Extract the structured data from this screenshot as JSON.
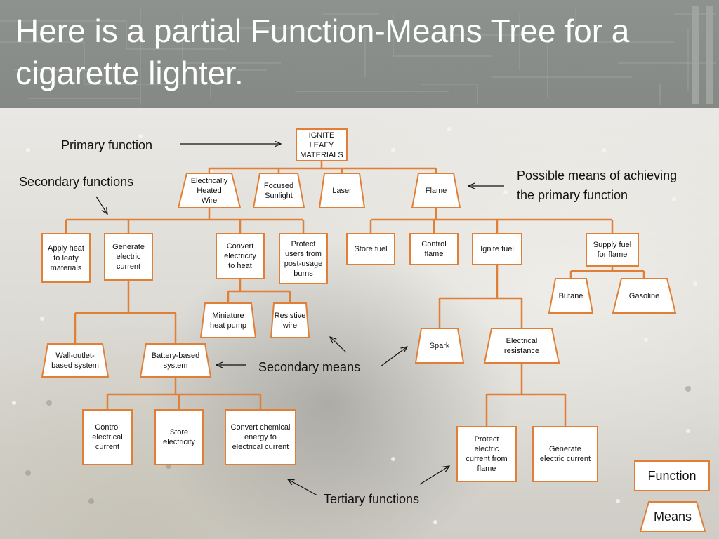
{
  "slide": {
    "title": "Here is a partial Function-Means Tree for a cigarette lighter."
  },
  "colors": {
    "accent": "#e07f35",
    "header": "#8a8e8a",
    "box_fill": "#ffffff",
    "text": "#111111"
  },
  "nodes": {
    "ignite": "IGNITE\nLEAFY\nMATERIALS",
    "electrically_heated_wire": "Electrically\nHeated\nWire",
    "focused_sunlight": "Focused\nSunlight",
    "laser": "Laser",
    "flame": "Flame",
    "apply_heat": "Apply heat\nto leafy\nmaterials",
    "generate_electric_current": "Generate\nelectric\ncurrent",
    "convert_electricity": "Convert\nelectricity\nto heat",
    "protect_users": "Protect\nusers from\npost-usage\nburns",
    "store_fuel": "Store fuel",
    "control_flame": "Control\nflame",
    "ignite_fuel": "Ignite fuel",
    "supply_fuel": "Supply fuel\nfor flame",
    "miniature_heat_pump": "Miniature\nheat pump",
    "resistive_wire": "Resistive\nwire",
    "butane": "Butane",
    "gasoline": "Gasoline",
    "spark": "Spark",
    "electrical_resistance": "Electrical\nresistance",
    "wall_outlet": "Wall-outlet-\nbased system",
    "battery_based": "Battery-based\nsystem",
    "control_electrical_current": "Control\nelectrical\ncurrent",
    "store_electricity": "Store\nelectricity",
    "convert_chemical": "Convert chemical\nenergy to\nelectrical current",
    "protect_current": "Protect\nelectric\ncurrent from\nflame",
    "generate_electric_current_2": "Generate\nelectric current"
  },
  "annotations": {
    "primary_function": "Primary function",
    "secondary_functions": "Secondary functions",
    "possible_means": "Possible means of achieving\nthe primary function",
    "secondary_means": "Secondary means",
    "tertiary_functions": "Tertiary functions"
  },
  "legend": {
    "function": "Function",
    "means": "Means"
  }
}
